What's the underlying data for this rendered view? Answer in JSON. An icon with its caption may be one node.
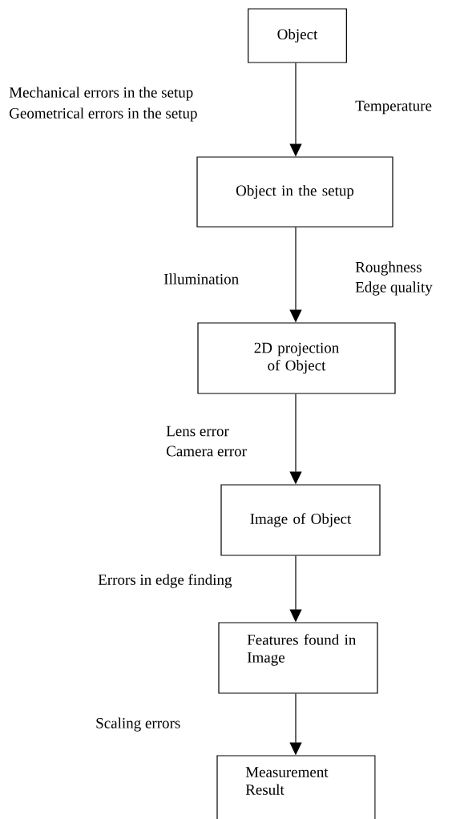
{
  "diagram": {
    "nodes": [
      {
        "text": [
          "Object"
        ]
      },
      {
        "text": [
          "Object in the setup"
        ]
      },
      {
        "text": [
          "2D projection of Object"
        ]
      },
      {
        "text": [
          "Image of Object"
        ]
      },
      {
        "text": [
          "Features found in Image"
        ]
      },
      {
        "text": [
          "Measurement Result"
        ]
      }
    ],
    "edges": [
      {
        "from": 0,
        "to": 1,
        "arrow": "to"
      },
      {
        "from": 1,
        "to": 2,
        "arrow": "to"
      },
      {
        "from": 2,
        "to": 3,
        "arrow": "to"
      },
      {
        "from": 3,
        "to": 4,
        "arrow": "to"
      },
      {
        "from": 4,
        "to": 5,
        "arrow": "to"
      }
    ],
    "labels": [
      "Mechanical errors in the setup",
      "Geometrical errors in the setup",
      "Temperature",
      "Roughness",
      "Illumination",
      "Edge quality",
      "Lens error",
      "Camera error",
      "Errors in edge finding",
      "Scaling errors"
    ]
  }
}
